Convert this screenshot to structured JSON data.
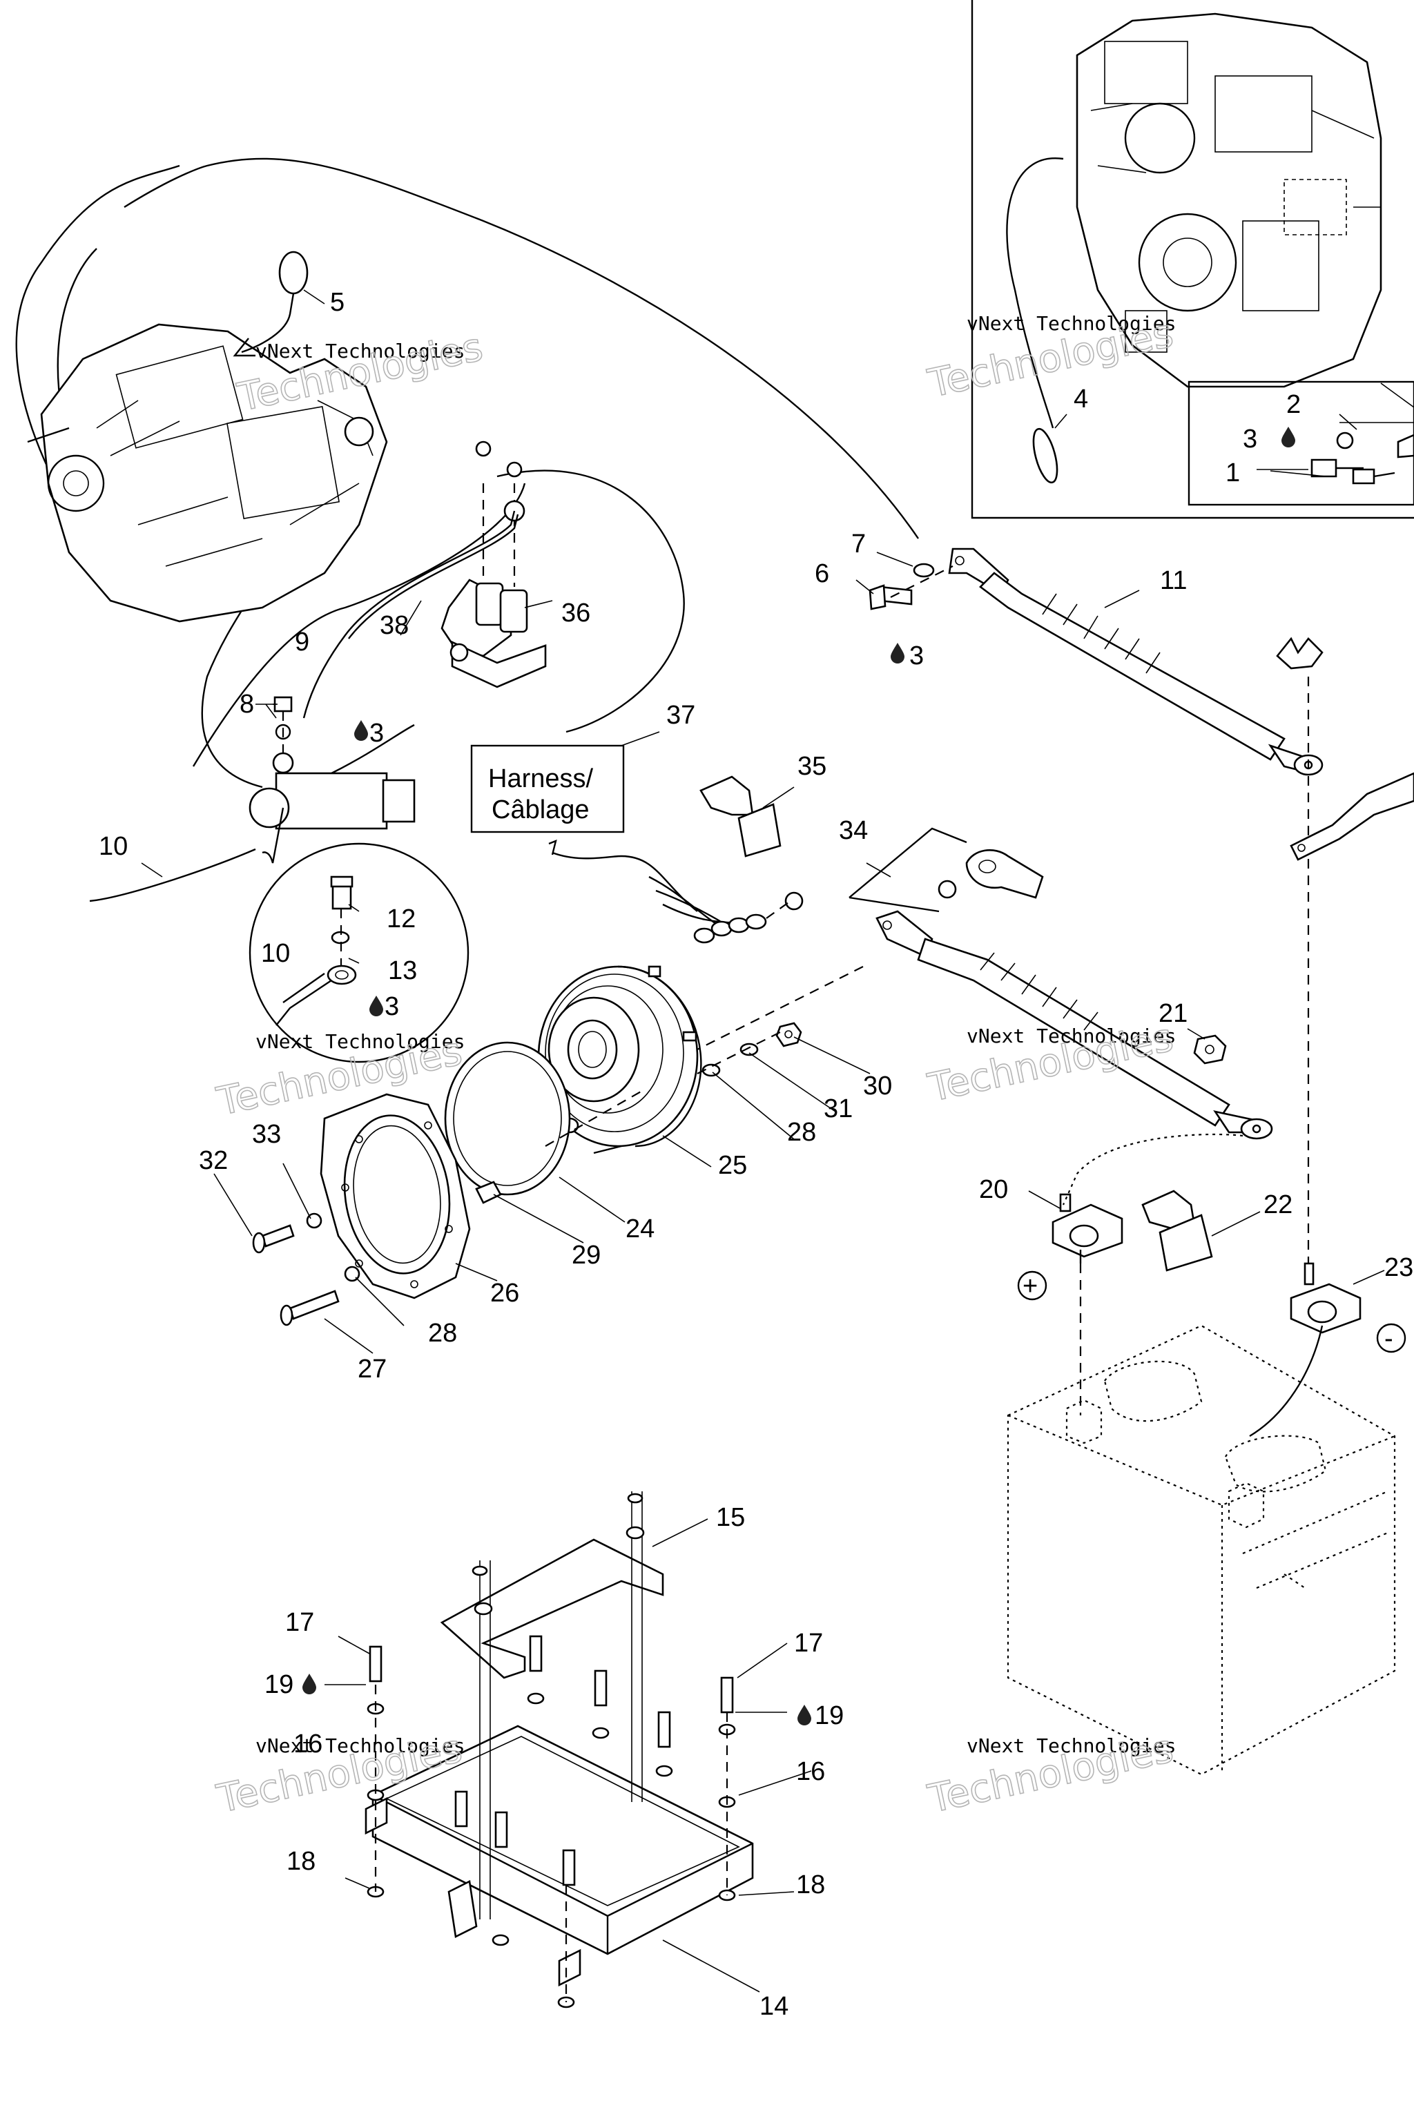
{
  "callouts": {
    "c1": "1",
    "c2": "2",
    "c3a": "3",
    "c3b": "3",
    "c3c": "3",
    "c3d": "3",
    "c4": "4",
    "c5": "5",
    "c6": "6",
    "c7": "7",
    "c8": "8",
    "c9": "9",
    "c10a": "10",
    "c10b": "10",
    "c11": "11",
    "c12": "12",
    "c13": "13",
    "c14": "14",
    "c15": "15",
    "c16a": "16",
    "c16b": "16",
    "c17a": "17",
    "c17b": "17",
    "c18a": "18",
    "c18b": "18",
    "c19a": "19",
    "c19b": "19",
    "c20": "20",
    "c21": "21",
    "c22": "22",
    "c23": "23",
    "c24": "24",
    "c25": "25",
    "c26": "26",
    "c27": "27",
    "c28a": "28",
    "c28b": "28",
    "c29": "29",
    "c30": "30",
    "c31": "31",
    "c32": "32",
    "c33": "33",
    "c34": "34",
    "c35": "35",
    "c36": "36",
    "c37": "37",
    "c38": "38"
  },
  "harness_label": {
    "line1": "Harness/",
    "line2": "Câblage"
  },
  "polarity": {
    "positive": "+",
    "negative": "-"
  },
  "watermark": {
    "line1": "vNext Technologies",
    "line2": "Technologies"
  },
  "icons": {
    "lubricant": "oil-drop-icon",
    "positive": "plus-terminal-icon",
    "negative": "minus-terminal-icon"
  }
}
